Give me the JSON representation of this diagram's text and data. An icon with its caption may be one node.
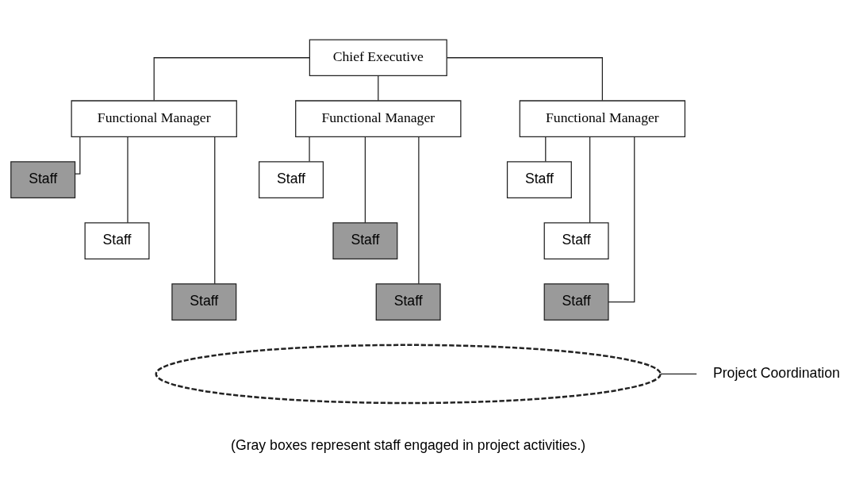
{
  "diagram": {
    "nodes": [
      {
        "text": [
          "Chief Executive"
        ]
      },
      {
        "text": [
          "Functional Manager"
        ]
      },
      {
        "text": [
          "Functional Manager"
        ]
      },
      {
        "text": [
          "Functional Manager"
        ]
      },
      {
        "text": [
          "Staff"
        ]
      },
      {
        "text": [
          "Staff"
        ]
      },
      {
        "text": [
          "Staff"
        ]
      },
      {
        "text": [
          "Staff"
        ]
      },
      {
        "text": [
          "Staff"
        ]
      },
      {
        "text": [
          "Staff"
        ]
      },
      {
        "text": [
          "Staff"
        ]
      },
      {
        "text": [
          "Staff"
        ]
      },
      {
        "text": [
          "Staff"
        ]
      },
      {
        "text": [],
        "shape": "ellipse"
      },
      {
        "text": [
          "Project Coordination"
        ]
      }
    ],
    "edges": [
      {
        "from": 0,
        "to": 1,
        "arrow": "none"
      },
      {
        "from": 0,
        "to": 2,
        "arrow": "none"
      },
      {
        "from": 0,
        "to": 3,
        "arrow": "none"
      },
      {
        "from": 1,
        "to": 4,
        "arrow": "none"
      },
      {
        "from": 1,
        "to": 5,
        "arrow": "none"
      },
      {
        "from": 1,
        "to": 6,
        "arrow": "none"
      },
      {
        "from": 2,
        "to": 7,
        "arrow": "none"
      },
      {
        "from": 2,
        "to": 8,
        "arrow": "none"
      },
      {
        "from": 2,
        "to": 9,
        "arrow": "none"
      },
      {
        "from": 3,
        "to": 10,
        "arrow": "none"
      },
      {
        "from": 3,
        "to": 11,
        "arrow": "none"
      },
      {
        "from": 3,
        "to": 12,
        "arrow": "none"
      },
      {
        "from": 14,
        "to": 13,
        "arrow": "none"
      }
    ],
    "labels": [
      "(Gray boxes represent staff engaged in project activities.)"
    ]
  }
}
